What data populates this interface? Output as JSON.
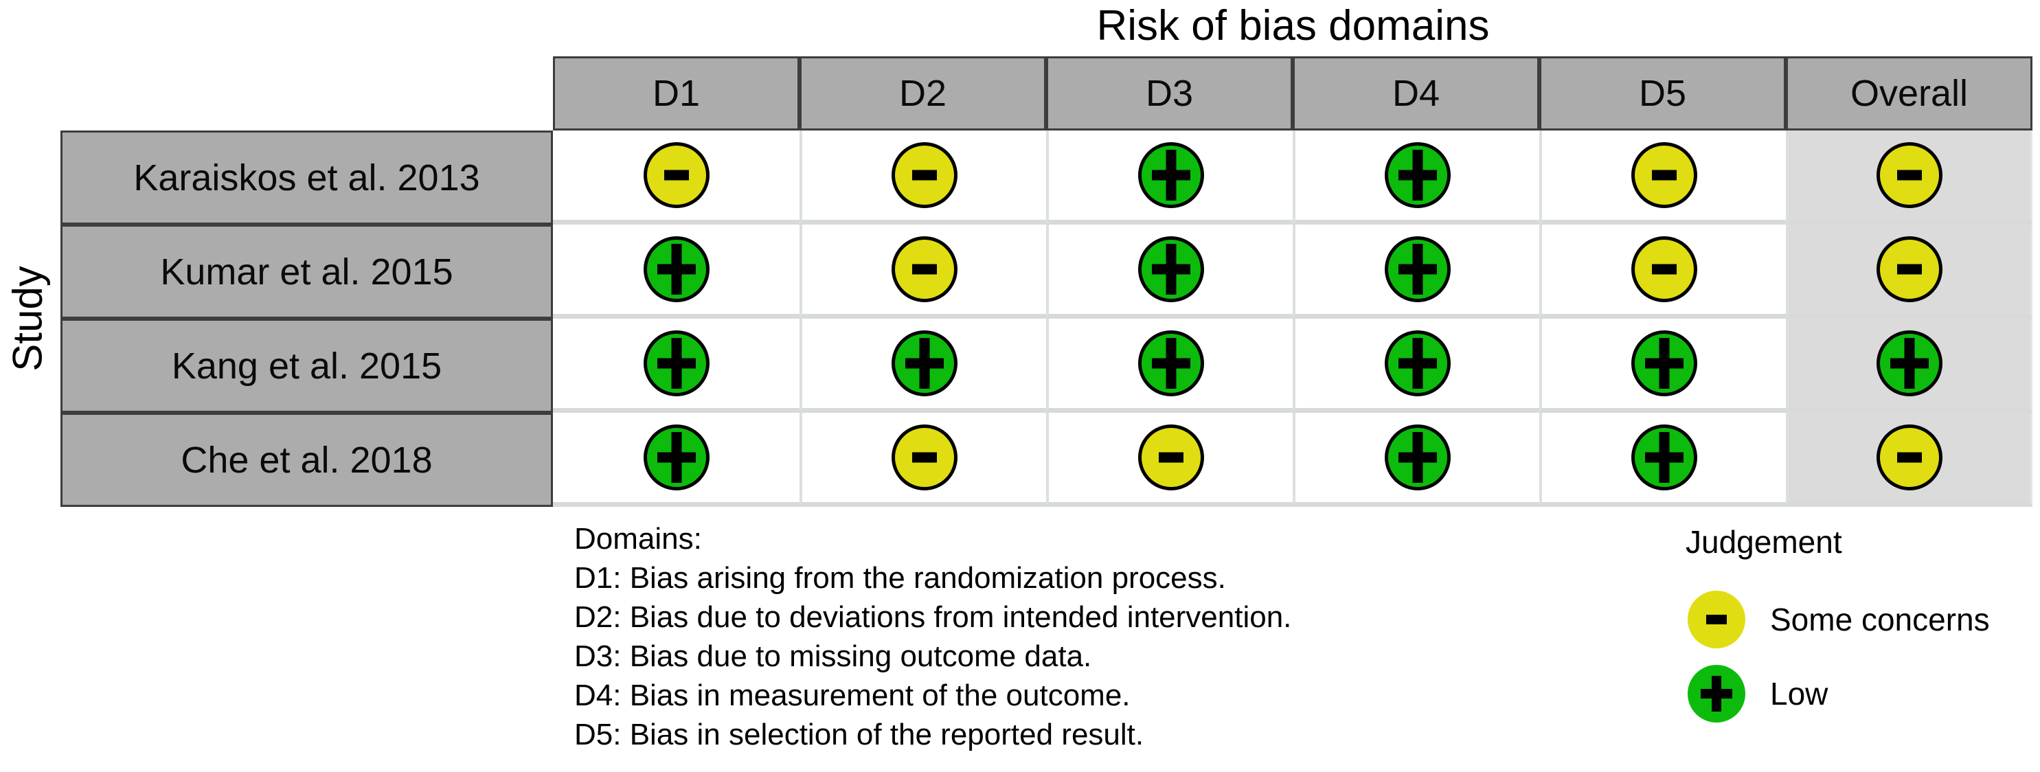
{
  "title": "Risk of bias domains",
  "chart_data": {
    "type": "table",
    "title": "Risk of bias domains",
    "ylabel": "Study",
    "columns": [
      "D1",
      "D2",
      "D3",
      "D4",
      "D5",
      "Overall"
    ],
    "rows": [
      {
        "study": "Karaiskos et al. 2013",
        "judgements": [
          "Some concerns",
          "Some concerns",
          "Low",
          "Low",
          "Some concerns",
          "Some concerns"
        ]
      },
      {
        "study": "Kumar et al. 2015",
        "judgements": [
          "Low",
          "Some concerns",
          "Low",
          "Low",
          "Some concerns",
          "Some concerns"
        ]
      },
      {
        "study": "Kang et al. 2015",
        "judgements": [
          "Low",
          "Low",
          "Low",
          "Low",
          "Low",
          "Low"
        ]
      },
      {
        "study": "Che et al. 2018",
        "judgements": [
          "Low",
          "Some concerns",
          "Some concerns",
          "Low",
          "Low",
          "Some concerns"
        ]
      }
    ],
    "legend_position": "bottom-right",
    "grid": true
  },
  "judgement_symbols": {
    "Low": "+",
    "Some concerns": "-"
  },
  "colors": {
    "low": "#0CBB0C",
    "some_concerns": "#E0DD12",
    "header_bg": "#ACACAC",
    "overall_bg": "#DBDBDB",
    "table_border": "#3D3D3D",
    "row_sep": "#D7DBD7",
    "col_sep": "#DCE0DC"
  },
  "domains_legend": {
    "heading": "Domains:",
    "items": [
      "D1: Bias arising from the randomization process.",
      "D2: Bias due to deviations from intended intervention.",
      "D3: Bias due to missing outcome data.",
      "D4: Bias in measurement of the outcome.",
      "D5: Bias in selection of the reported result."
    ]
  },
  "judgement_legend": {
    "heading": "Judgement",
    "items": [
      {
        "label": "Some concerns",
        "symbol": "-",
        "level": "some_concerns"
      },
      {
        "label": "Low",
        "symbol": "+",
        "level": "low"
      }
    ]
  }
}
